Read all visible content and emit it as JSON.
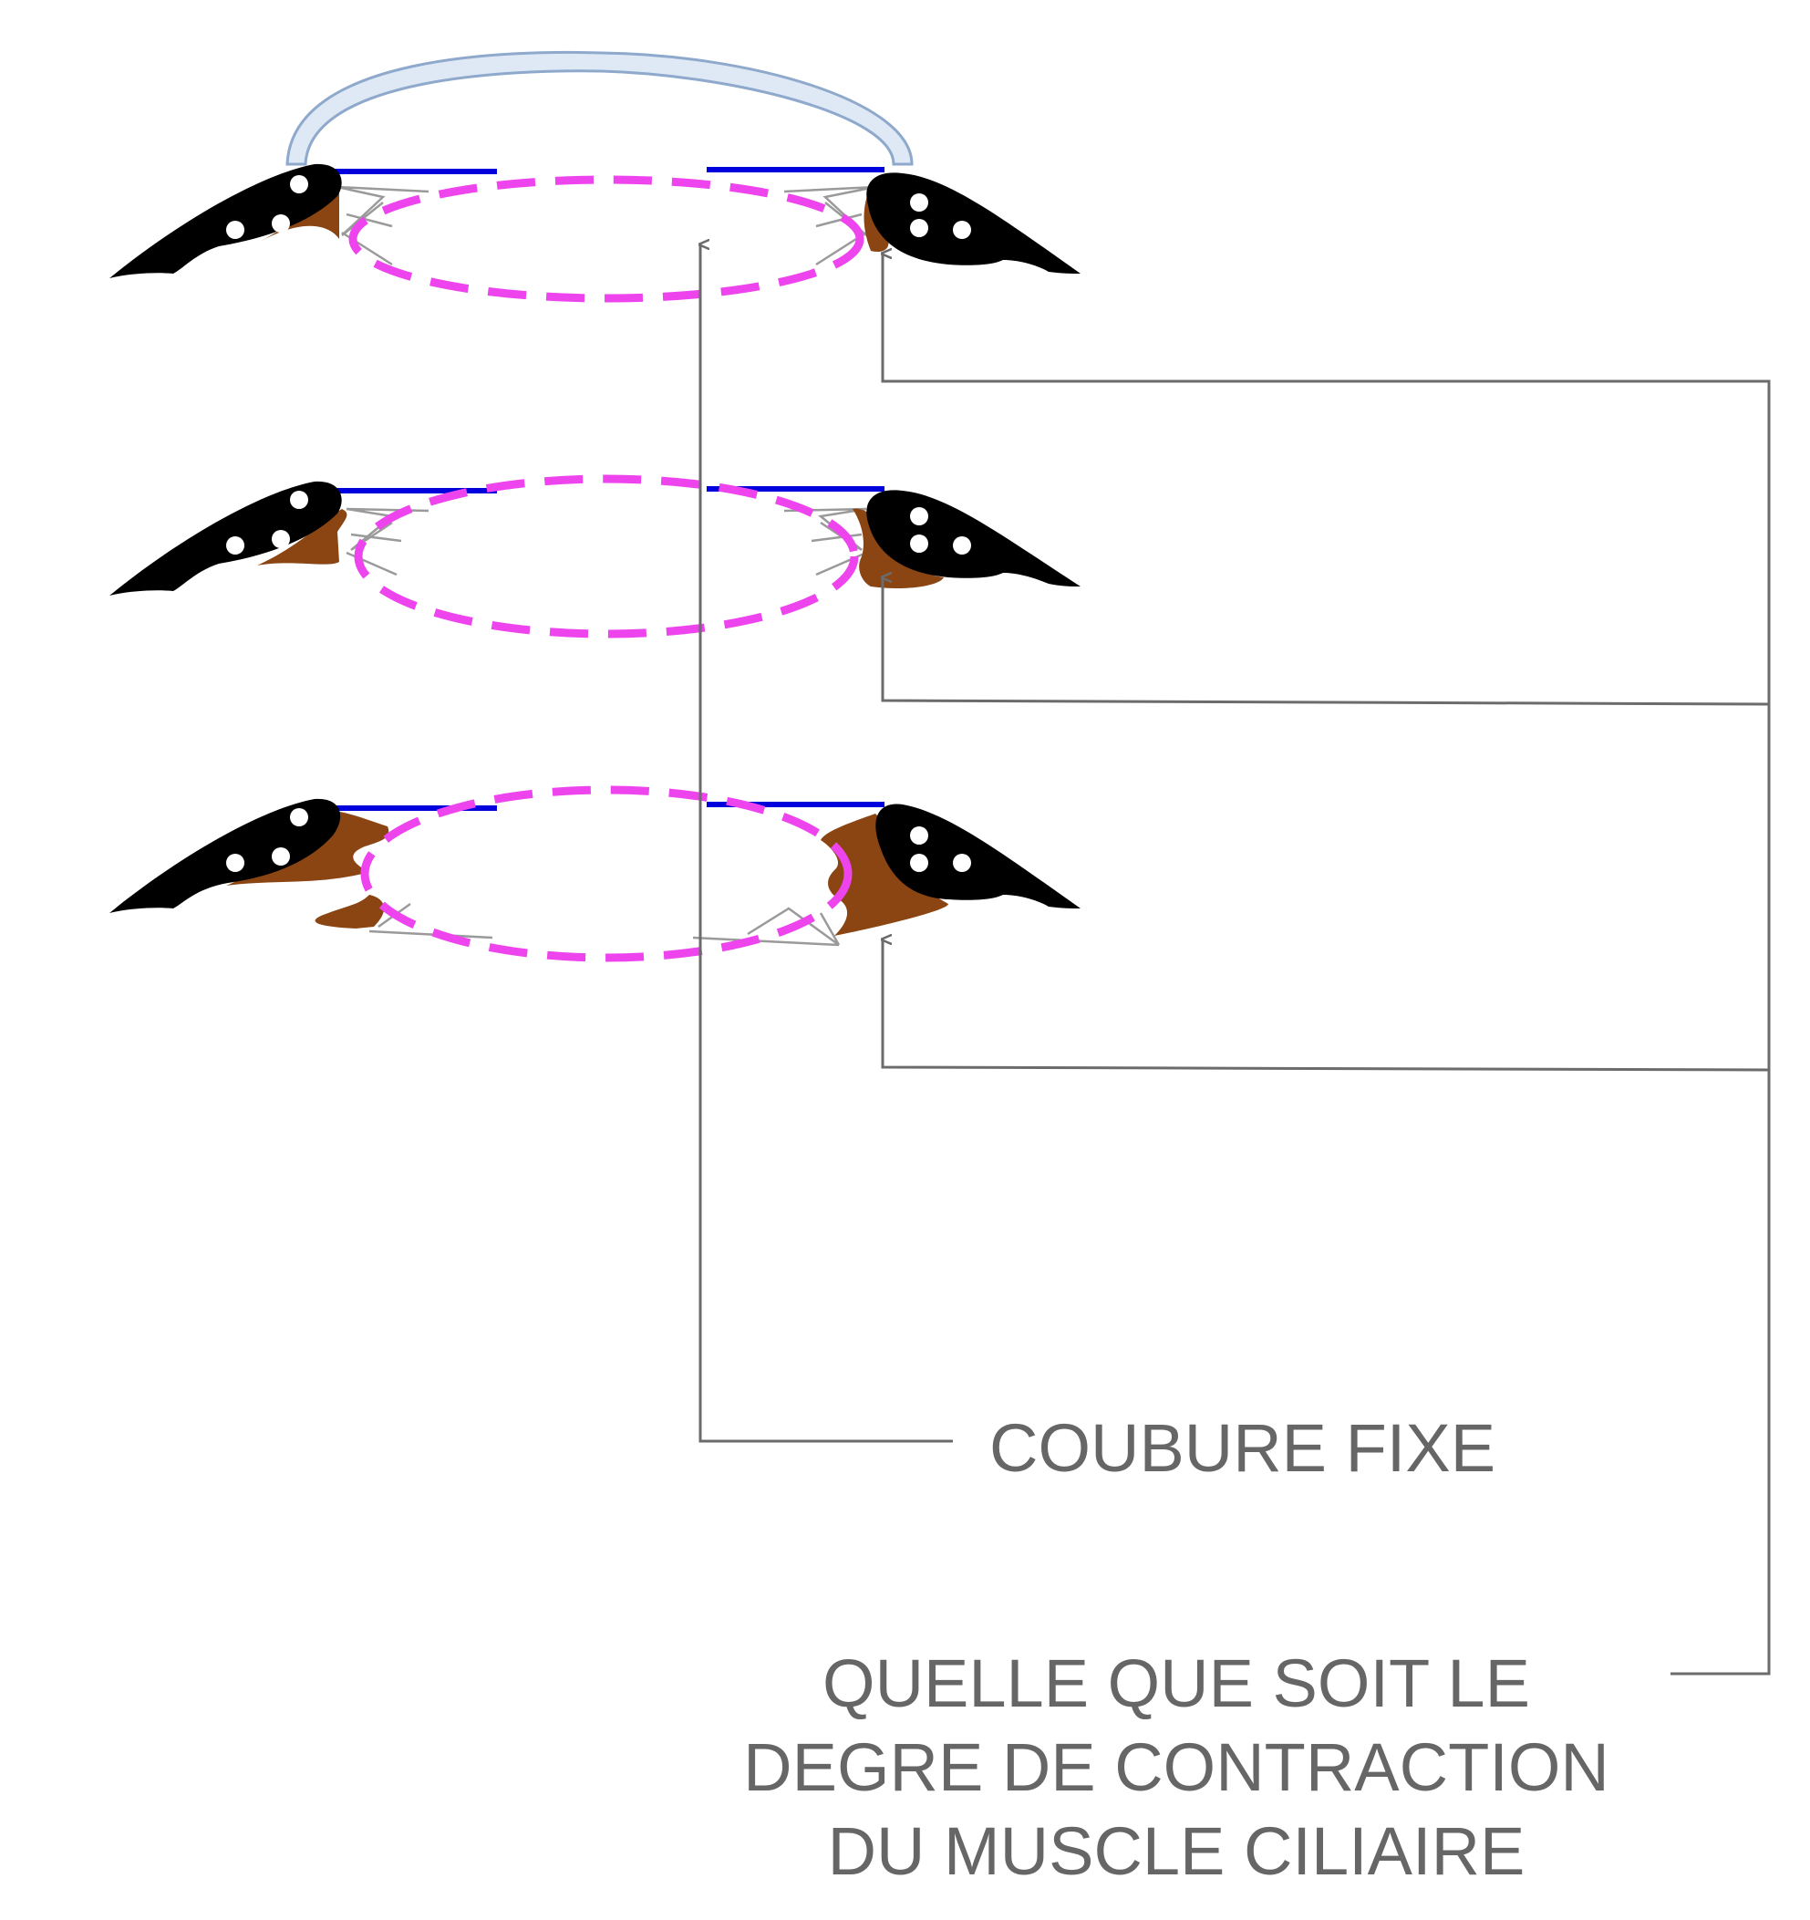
{
  "labels": {
    "fixed_curvature": "COUBURE FIXE",
    "contraction_lines": [
      "QUELLE QUE SOIT LE",
      "DEGRE DE CONTRACTION",
      "DU MUSCLE CILIAIRE"
    ]
  },
  "stages": [
    {
      "id": "stage-1",
      "has_cornea": true,
      "muscle_contraction": "relaxed"
    },
    {
      "id": "stage-2",
      "has_cornea": false,
      "muscle_contraction": "partial"
    },
    {
      "id": "stage-3",
      "has_cornea": false,
      "muscle_contraction": "contracted"
    }
  ],
  "colors": {
    "sclera": "#000000",
    "ciliary_muscle": "#8B4513",
    "iris": "#0000dd",
    "lens": "#ee44ee",
    "cornea_fill": "#dfe9f5",
    "cornea_stroke": "#8ea9cc",
    "zonules": "#9a9a9a",
    "connector": "#6b6b6b"
  }
}
